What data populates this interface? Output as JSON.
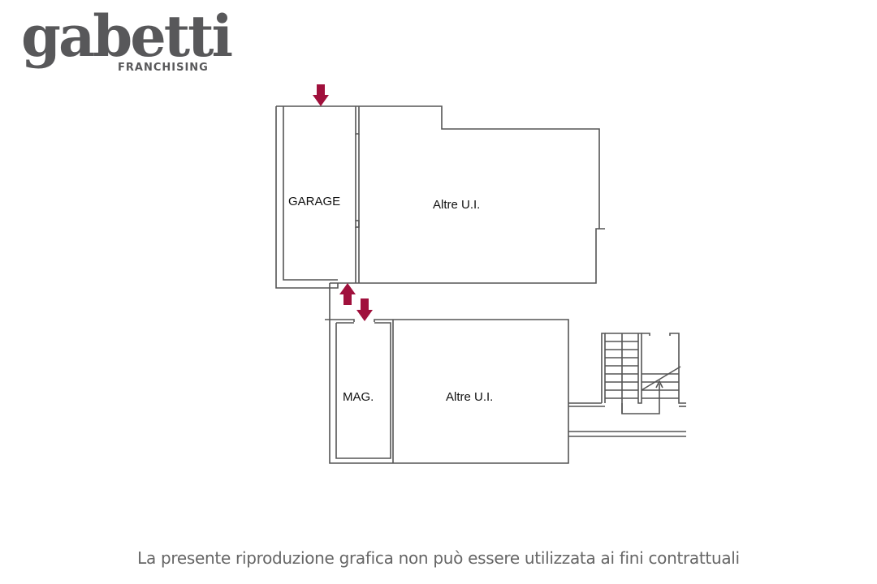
{
  "logo": {
    "word": "gabetti",
    "subtitle": "FRANCHISING",
    "color": "#58585a"
  },
  "floor_plan": {
    "rooms": [
      {
        "id": "garage",
        "label": "GARAGE"
      },
      {
        "id": "upper-other",
        "label": "Altre U.I."
      },
      {
        "id": "mag",
        "label": "MAG."
      },
      {
        "id": "lower-other",
        "label": "Altre U.I."
      }
    ],
    "arrows": [
      {
        "id": "garage-entry",
        "direction": "down"
      },
      {
        "id": "passage-up",
        "direction": "up"
      },
      {
        "id": "mag-entry",
        "direction": "down"
      }
    ],
    "arrow_color": "#a0103c",
    "wall_color": "#555555"
  },
  "footer": {
    "disclaimer": "La presente riproduzione grafica non può essere utilizzata ai fini contrattuali"
  }
}
